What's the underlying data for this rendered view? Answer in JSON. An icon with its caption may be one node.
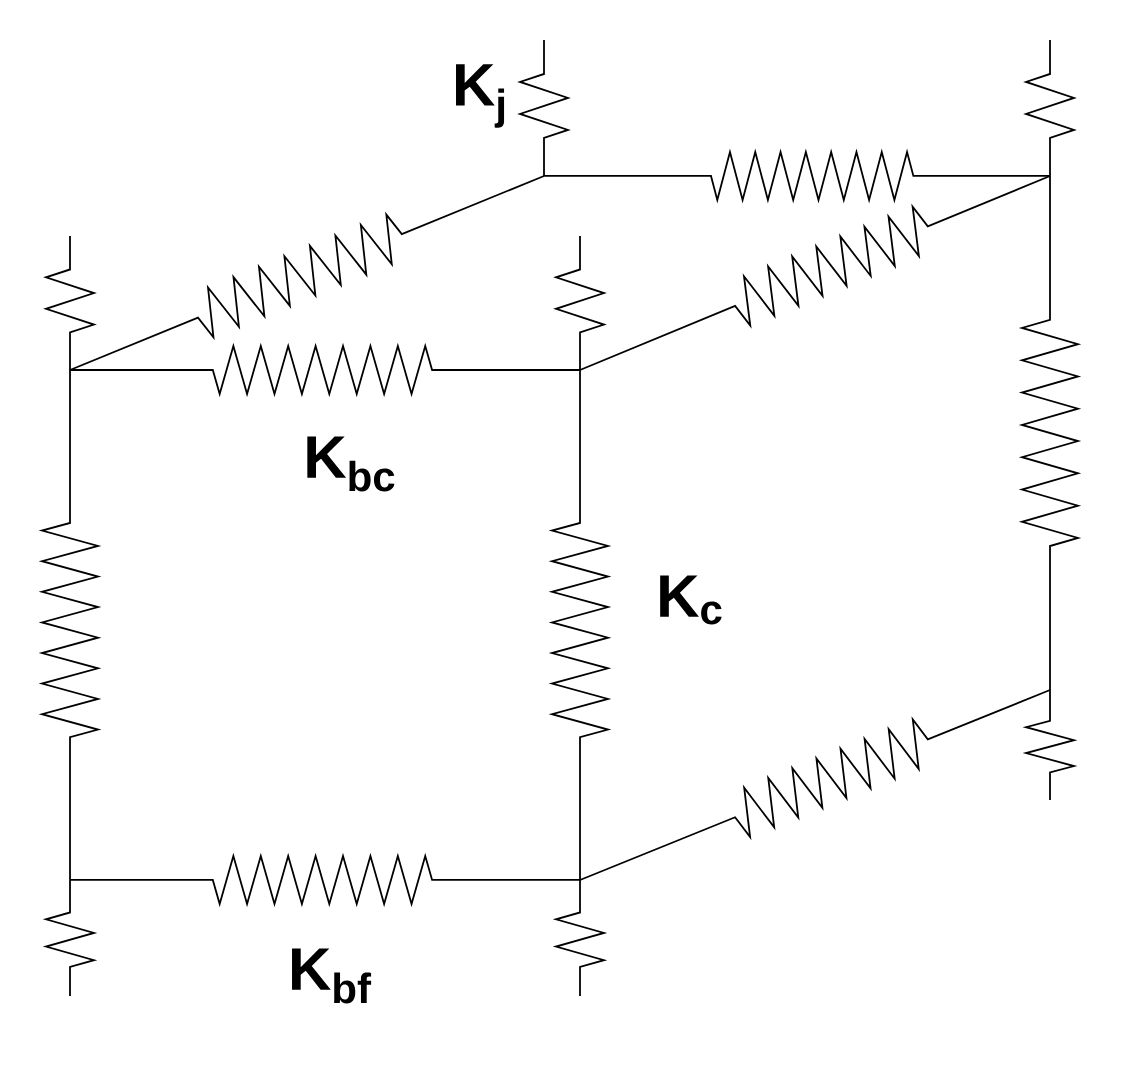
{
  "diagram": {
    "labels": [
      "K$_{j}$",
      "K$_{bc}$",
      "K$_{c}$",
      "K$_{bf}$"
    ]
  }
}
